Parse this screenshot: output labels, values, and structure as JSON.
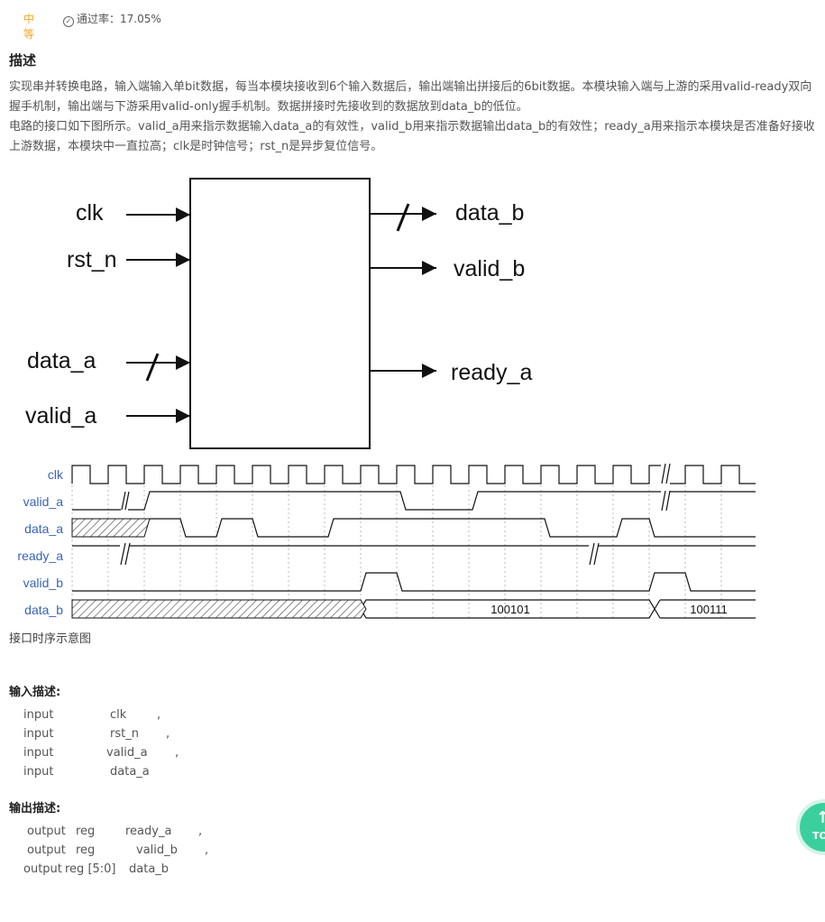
{
  "header": {
    "difficulty": "中等",
    "pass_rate": "通过率：17.05%"
  },
  "description": {
    "title": "描述",
    "para1": "实现串并转换电路，输入端输入单bit数据，每当本模块接收到6个输入数据后，输出端输出拼接后的6bit数据。本模块输入端与上游的采用valid-ready双向握手机制，输出端与下游采用valid-only握手机制。数据拼接时先接收到的数据放到data_b的低位。",
    "para2": "电路的接口如下图所示。valid_a用来指示数据输入data_a的有效性，valid_b用来指示数据输出data_b的有效性；ready_a用来指示本模块是否准备好接收上游数据，本模块中一直拉高；clk是时钟信号；rst_n是异步复位信号。"
  },
  "block_diagram": {
    "inputs": [
      "clk",
      "rst_n",
      "data_a",
      "valid_a"
    ],
    "outputs": [
      "data_b",
      "valid_b",
      "ready_a"
    ]
  },
  "timing": {
    "signals": [
      "clk",
      "valid_a",
      "data_a",
      "ready_a",
      "valid_b",
      "data_b"
    ],
    "data_b_values": [
      "100101",
      "100111"
    ],
    "caption": "接口时序示意图"
  },
  "input_desc": {
    "title": "输入描述:",
    "rows": [
      {
        "dir": "input",
        "type": "",
        "name": "clk",
        "sep": ","
      },
      {
        "dir": "input",
        "type": "",
        "name": "rst_n",
        "sep": ","
      },
      {
        "dir": "input",
        "type": "",
        "name": "valid_a",
        "sep": ","
      },
      {
        "dir": "input",
        "type": "",
        "name": "data_a",
        "sep": ""
      }
    ]
  },
  "output_desc": {
    "title": "输出描述:",
    "rows": [
      {
        "dir": "output",
        "type": "reg",
        "name": "ready_a",
        "sep": ","
      },
      {
        "dir": "output",
        "type": "reg",
        "name": "valid_b",
        "sep": ","
      },
      {
        "dir": "output",
        "type": "reg [5:0]",
        "name": "data_b",
        "sep": ""
      }
    ]
  },
  "back_to_top": {
    "label": "TOP"
  },
  "colors": {
    "difficulty": "#f5a623",
    "signal_label": "#3a63b8",
    "top_button": "#3ccf9e"
  }
}
